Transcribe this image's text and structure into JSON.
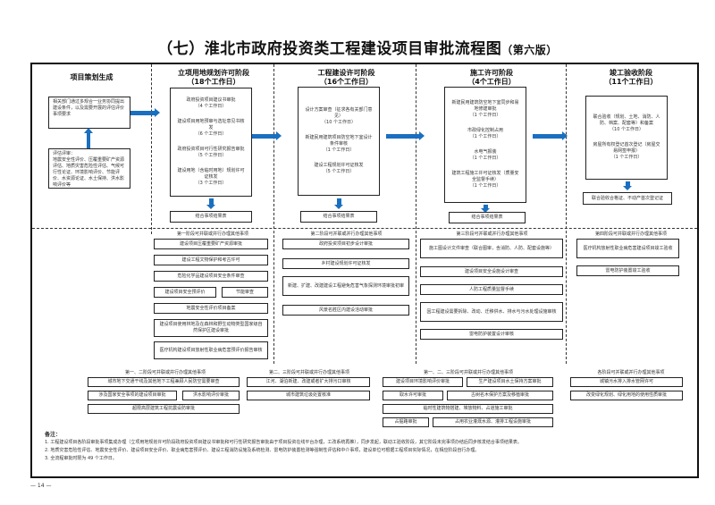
{
  "title": {
    "main": "（七）淮北市政府投资类工程建设项目审批流程图",
    "edition": "（第六版）"
  },
  "stages": {
    "planning": {
      "title": "项目策划生成",
      "box1": "相关部门通过多规合一业务协同提出建设条件，以及需要开展的评估评价事项要求",
      "box2": "评估评审：\n地震安全性评价、压覆重要矿产资源评估、地质灾害危险性评估、气候可行性论证、环境影响评价、节能评价、水资源论证、水土保持、洪水影响评价等"
    },
    "stage1": {
      "title": "立项用地规划许可阶段",
      "days": "（18个工作日）",
      "items": [
        {
          "name": "政府投资项目建议书审批",
          "days": "（4 个工作日）"
        },
        {
          "name": "建设项目用地预审与选址意见书核发",
          "days": "（6 个工作日）"
        },
        {
          "name": "政府投资项目可行性研究报告审批",
          "days": "（5 个工作日）"
        },
        {
          "name": "建设用地（含临时用地）规划许可证核发",
          "days": "（3 个工作日）"
        }
      ],
      "result": "结合事项结果表",
      "parallel_title": "第一阶段可并联或并行办理其他事项",
      "parallel": [
        "建设项目压覆重要矿产资源审批",
        "建设工程文物保护和考古许可",
        "危险化学品建设项目安全条件审查",
        "建设项目安全预评价",
        "节能审查",
        "地震安全性评价项目备案",
        "建设项目使用林地及在森林和野生动物类型国家级自然保护区建设审批",
        "医疗机构建设项目放射性职业病危害预评价报告审核"
      ]
    },
    "stage2": {
      "title": "工程建设许可阶段",
      "days": "（16个工作日）",
      "items": [
        {
          "name": "设计方案审查（征求各有关部门意见）",
          "days": "（10 个工作日）"
        },
        {
          "name": "新建民用建筑项目防空地下室设计条件审核",
          "days": "（1 个工作日）"
        },
        {
          "name": "建设工程规划许可证核发",
          "days": "（5 个工作日）"
        }
      ],
      "result": "结合事项结果表",
      "parallel_title": "第二阶段可并联或并行办理其他事项",
      "parallel": [
        "政府投资项目初步设计审批",
        "乡村建设规划许可证核发",
        "新建、扩建、改建建设工程避免危害气象探测环境审批初审",
        "风景名胜区内建设活动审批"
      ]
    },
    "stage3": {
      "title": "施工许可阶段",
      "days": "（4个工作日）",
      "items": [
        {
          "name": "新建民用建筑防空地下室同步和易地修建审批",
          "days": "（1 个工作日）"
        },
        {
          "name": "市政绿化控制占用",
          "days": "（1 个工作日）"
        },
        {
          "name": "水电气报装",
          "days": "（1 个工作日）"
        },
        {
          "name": "建筑工程施工许可证核发（质量安全监督手续）",
          "days": "（1 个工作日）"
        }
      ],
      "result": "结合事项结果表",
      "parallel_title": "第三阶段可并联或并行办理其他事项",
      "parallel": [
        "施工图设计文件审查（联合图审，含消防、人防、配套设施等）",
        "建设项目安全设施设计审查",
        "人防工程质量监督手续",
        "因工程建设需要拆除、改动、迁移供水、排水与污水处理设施审核",
        "雷电防护装置设计审核"
      ]
    },
    "stage4": {
      "title": "竣工验收阶段",
      "days": "（11个工作日）",
      "items": [
        {
          "name": "联合验收（规划、土地、消防、人防、档案、配套等）和备案",
          "days": "（10 个工作日）"
        },
        {
          "name": "房屋所有权登记首次登记（房屋交易网签申报）",
          "days": "（1 个工作日）"
        }
      ],
      "result": "联合验收合格证、不动产首次登记证",
      "parallel_title": "第四阶段可并联或并行办理其他事项",
      "parallel": [
        "医疗机构放射性职业病危害建设项目竣工验收",
        "雷电防护装置竣工验收"
      ]
    }
  },
  "cross": {
    "s12": {
      "title": "第一、二阶段可并联或并行办理其他事项",
      "items": [
        "城市地下交通干线及其他地下工程兼顾人民防空需要审查",
        "涉及国家安全事项的建设项目审批",
        "洪水影响评价审批",
        "超限高层建筑工程抗震设防审批"
      ]
    },
    "s23": {
      "title": "第二、三阶段可并联或并行办理其他事项",
      "items": [
        "江河、湖泊新建、改建或者扩大排污口审核",
        "城市建筑垃圾处置核准"
      ]
    },
    "s123": {
      "title": "第一、二、三阶段可并联或并行办理其他事项",
      "items": [
        "建设项目环境影响评价审批",
        "生产建设项目水土保持方案审批",
        "取水许可审批",
        "古树名木保护方案及移植审批",
        "临时性建筑物搭建、堆放物料、占道施工审批",
        "占掘路审批",
        "占用农业灌溉水源、灌排工程设施审批"
      ]
    },
    "all": {
      "title": "各阶段可并联或并行办理其他事项",
      "items": [
        "城镇污水排入排水管网许可",
        "改变绿化规划、绿化用地的使用性质审批"
      ]
    }
  },
  "notes": {
    "heading": "备注：",
    "lines": [
      "1. 工程建设项目各阶段审批事项集成办理（立项用地规划许可阶段政府投资项目建议书审批和可行性研究报告审批由于项目投资在线平台办理，工改系统再推），同步发起，联动工验收阶段，其它阶段未完事项办结后同步核发结合事项结果表。",
      "2. 地质灾害危险性评估、地震安全性评价、建设项目安全评价、职业病危害预评价、建设工程消防设施及系统检测、雷电防护装置检测等强制性评估和中介事项，建设单位可根据工程项目实际情况，在相应阶段自行办理。",
      "3. 全流程审批时限为 49 个工作日。"
    ]
  },
  "page_number": "— 14 —",
  "colors": {
    "arrow": "#1a6fc0",
    "border": "#222222"
  }
}
